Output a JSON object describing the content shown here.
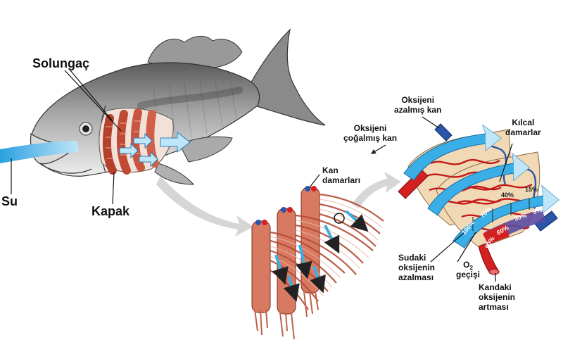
{
  "labels": {
    "gill": "Solungaç",
    "operculum": "Kapak",
    "water": "Su",
    "blood_vessels_line1": "Kan",
    "blood_vessels_line2": "damarları",
    "deoxy_blood_line1": "Oksijeni",
    "deoxy_blood_line2": "azalmış kan",
    "oxy_blood_line1": "Oksijeni",
    "oxy_blood_line2": "çoğalmış kan",
    "capillaries_line1": "Kılcal",
    "capillaries_line2": "damarlar",
    "water_o2_line1": "Sudaki",
    "water_o2_line2": "oksijenin",
    "water_o2_line3": "azalması",
    "o2_symbol": "O",
    "o2_subscript": "2",
    "o2_transfer": "geçişi",
    "blood_o2_line1": "Kandaki",
    "blood_o2_line2": "oksijenin",
    "blood_o2_line3": "artması"
  },
  "water_percentages": [
    "100%",
    "70%",
    "40%",
    "15%"
  ],
  "blood_percentages": [
    "90%",
    "60%",
    "30%",
    "5%"
  ],
  "colors": {
    "water": "#3aaee6",
    "water_light": "#bfe6f8",
    "fish_body": "#9a9a9a",
    "gill_tissue": "#d8705a",
    "oxygenated_blood": "#d42020",
    "deoxygenated_blood": "#2a55a8",
    "capillary_base": "#f1d9b5",
    "flow_arrow_gray": "#d0d0d0"
  }
}
